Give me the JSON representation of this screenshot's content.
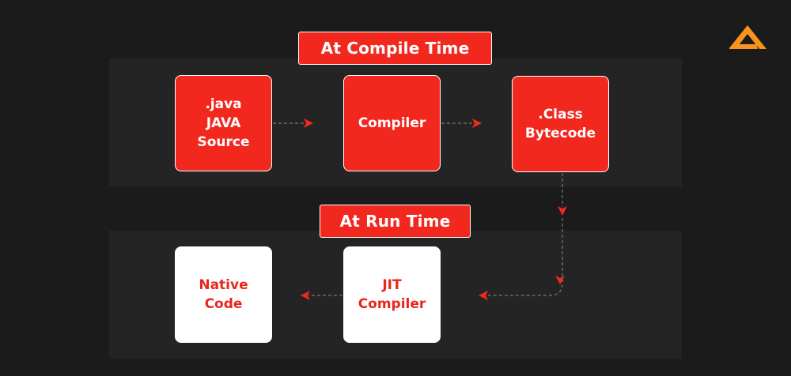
{
  "compile_section": {
    "title": "At Compile Time",
    "boxes": [
      {
        "label": ".java\nJAVA\nSource"
      },
      {
        "label": "Compiler"
      },
      {
        "label": ".Class\nBytecode"
      }
    ]
  },
  "run_section": {
    "title": "At Run Time",
    "boxes": [
      {
        "label": "JIT\nCompiler"
      },
      {
        "label": "Native\nCode"
      }
    ]
  },
  "colors": {
    "background": "#1b1b1b",
    "panel": "#242424",
    "accent_red": "#f2281f",
    "logo_orange": "#f7941d"
  },
  "icons": {
    "logo": "triangle-logo-icon"
  }
}
